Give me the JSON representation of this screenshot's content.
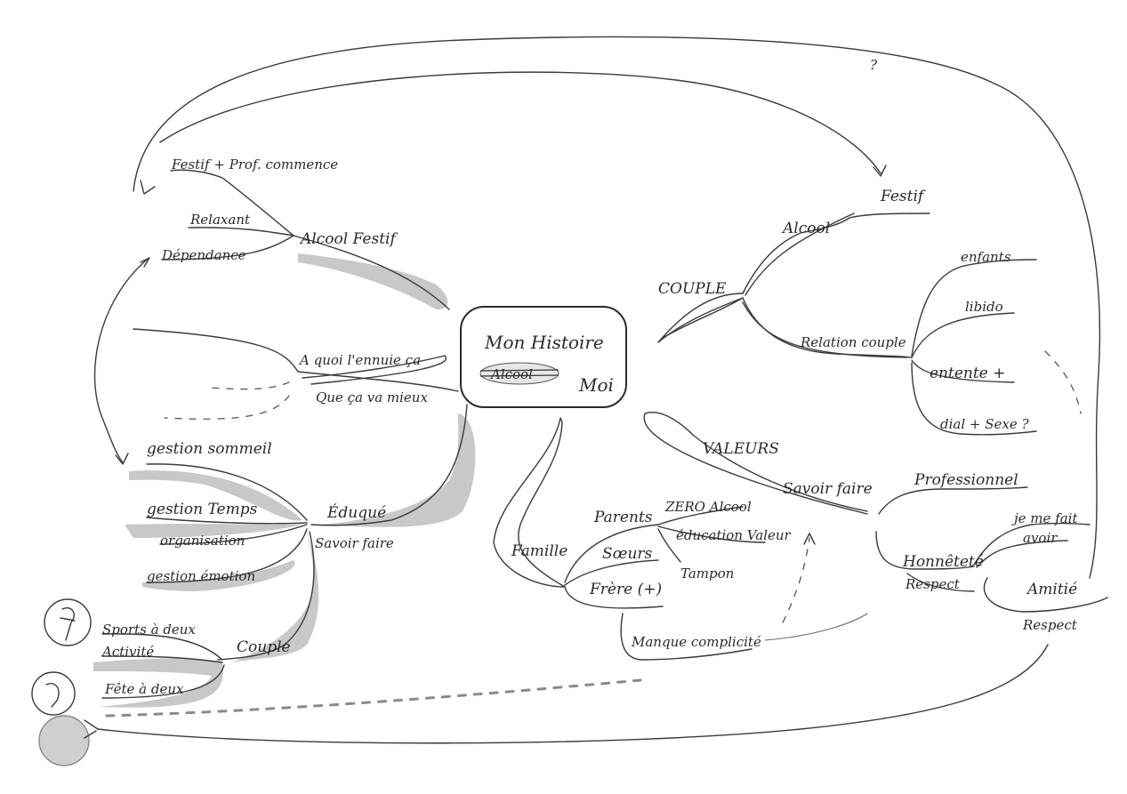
{
  "center": {
    "title": "Mon Histoire",
    "me": "Moi",
    "crossed": "Alcool"
  },
  "question_mark": "?",
  "left_top": {
    "hub": "Alcool Festif",
    "items": [
      "Festif + Prof. commence",
      "Relaxant",
      "Dépendance"
    ]
  },
  "left_middle": {
    "hub": "A quoi l'ennuie ça",
    "sub": "Que ça va mieux"
  },
  "left_bottom": {
    "hub1": "Éduqué",
    "hub2": "Savoir faire",
    "items": [
      "gestion sommeil",
      "gestion Temps",
      "organisation",
      "gestion émotion"
    ]
  },
  "couple_left": {
    "hub": "Couple",
    "items": [
      "Sports à deux",
      "Activité",
      "Fête à deux"
    ]
  },
  "couple_right": {
    "hub": "COUPLE",
    "alcool": "Alcool",
    "festif": "Festif",
    "relation": "Relation couple",
    "items": [
      "enfants",
      "libido",
      "entente +",
      "dial + Sexe ?"
    ]
  },
  "famille": {
    "hub": "Famille",
    "items": [
      "Parents",
      "Sœurs",
      "Frère (+)"
    ],
    "parents_sub": [
      "ZERO Alcool",
      "éducation Valeur",
      "Tampon"
    ],
    "frere_sub": "Manque complicité"
  },
  "valeurs": {
    "hub": "VALEURS",
    "sub": "Savoir faire"
  },
  "professionnel": {
    "hub": "Professionnel",
    "honnetete": "Honnêteté",
    "respect1": "Respect",
    "side": [
      "je me fait",
      "avoir"
    ],
    "amitie": "Amitié",
    "respect2": "Respect"
  }
}
